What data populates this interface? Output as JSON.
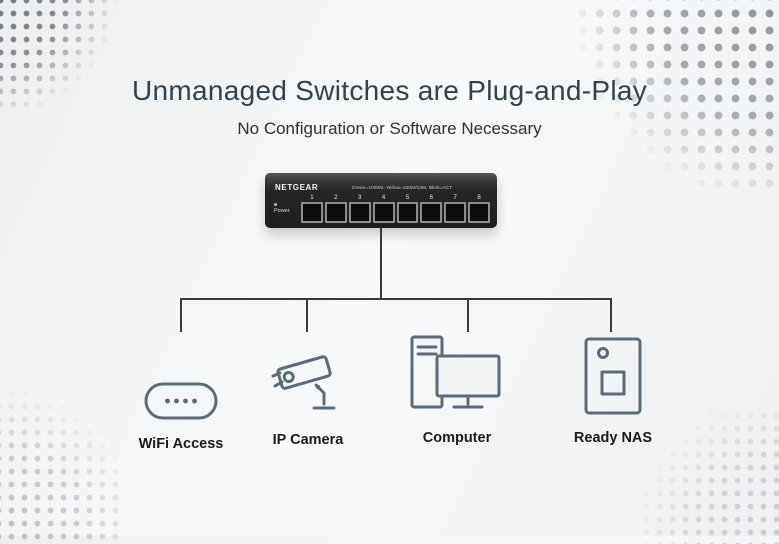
{
  "colors": {
    "icon": "#5b6b7a",
    "line": "#3a3a3a",
    "title": "#32414d",
    "switch_body": "#262626"
  },
  "header": {
    "title": "Unmanaged Switches are Plug-and-Play",
    "subtitle": "No Configuration or Software Necessary"
  },
  "switch": {
    "brand": "NETGEAR",
    "port_legend": "Green=1000M, Yellow=100M/10M, Blink=ACT",
    "power_label": "Power",
    "ports": [
      "1",
      "2",
      "3",
      "4",
      "5",
      "6",
      "7",
      "8"
    ]
  },
  "diagram": {
    "devices": [
      {
        "label": "WiFi Access",
        "icon": "wifi-access-point-icon"
      },
      {
        "label": "IP Camera",
        "icon": "ip-camera-icon"
      },
      {
        "label": "Computer",
        "icon": "computer-icon"
      },
      {
        "label": "Ready NAS",
        "icon": "ready-nas-icon"
      }
    ]
  }
}
